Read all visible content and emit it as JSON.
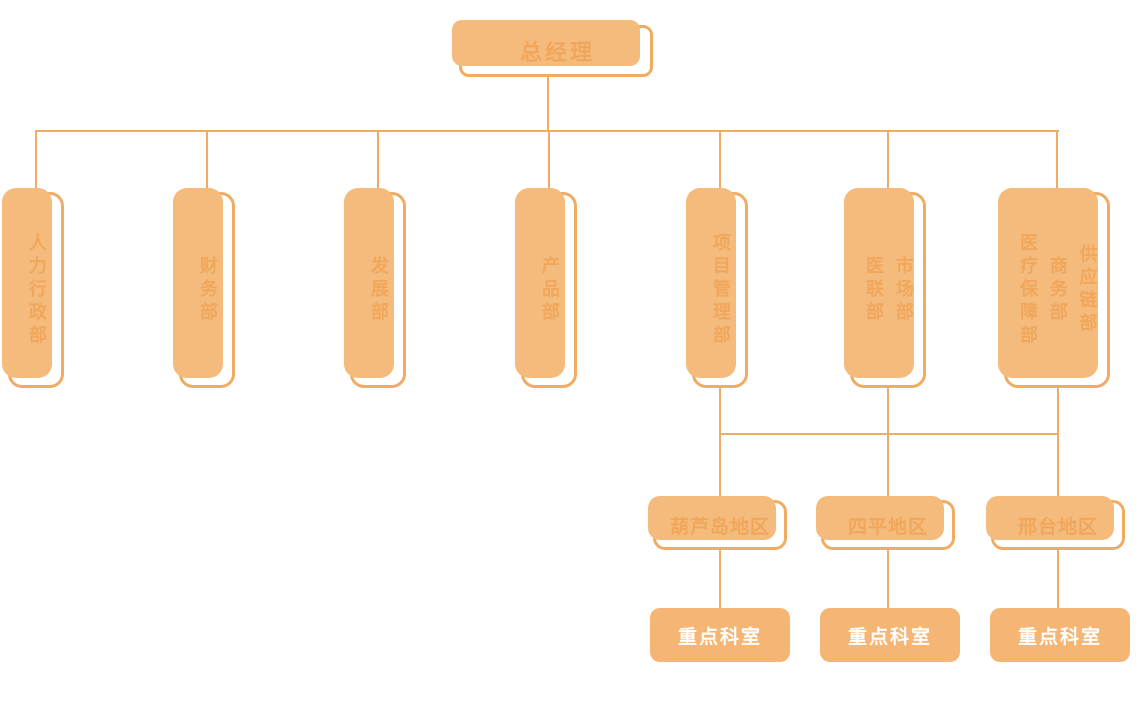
{
  "palette": {
    "accent_border": "#f1ac63",
    "accent_backing": "#f5bb7c",
    "accent_fill": "#f5b675",
    "accent_text": "#f0a75c",
    "node_background": "#ffffff",
    "key_text": "#ffffff"
  },
  "org_chart": {
    "root": {
      "label": "总经理"
    },
    "departments": [
      {
        "label": "人力行政部"
      },
      {
        "label": "财务部"
      },
      {
        "label": "发展部"
      },
      {
        "label": "产品部"
      },
      {
        "label": "项目管理部"
      },
      {
        "label": "市场部\n医联部"
      },
      {
        "label": "供应链部\n商务部\n医疗保障部"
      }
    ],
    "regions": [
      {
        "label": "葫芦岛地区",
        "department": "重点科室"
      },
      {
        "label": "四平地区",
        "department": "重点科室"
      },
      {
        "label": "邢台地区",
        "department": "重点科室"
      }
    ]
  }
}
